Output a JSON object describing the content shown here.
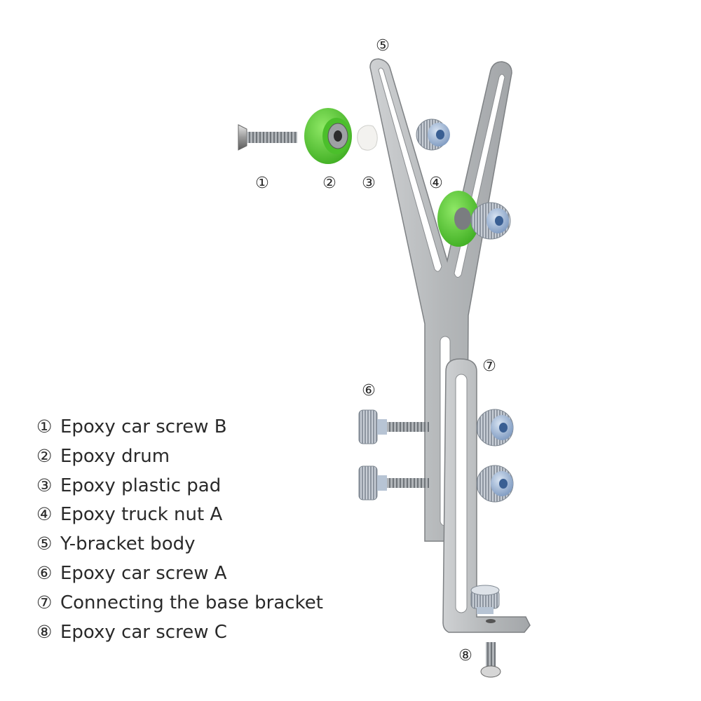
{
  "callouts": {
    "c1": "①",
    "c2": "②",
    "c3": "③",
    "c4": "④",
    "c5": "⑤",
    "c6": "⑥",
    "c7": "⑦",
    "c8": "⑧"
  },
  "legend": [
    {
      "num": "①",
      "label": "Epoxy car screw B"
    },
    {
      "num": "②",
      "label": "Epoxy drum"
    },
    {
      "num": "③",
      "label": "Epoxy plastic pad"
    },
    {
      "num": "④",
      "label": "Epoxy truck nut A"
    },
    {
      "num": "⑤",
      "label": "Y-bracket body"
    },
    {
      "num": "⑥",
      "label": "Epoxy car screw A"
    },
    {
      "num": "⑦",
      "label": "Connecting the base bracket"
    },
    {
      "num": "⑧",
      "label": "Epoxy car screw C"
    }
  ],
  "colors": {
    "steel": "#b9bcbe",
    "steel_edge": "#7e8184",
    "wheel_green": "#5fcf3a",
    "nut_blue": "#6f95c4",
    "pad_white": "#f1f1ee"
  },
  "icons": {
    "part1": "countersunk-screw",
    "part2": "green-bearing-wheel",
    "part3": "plastic-pad",
    "part4": "knurled-nut",
    "part5": "y-bracket",
    "part6": "thumb-screw",
    "part7": "base-bracket",
    "part8": "button-head-screw"
  }
}
